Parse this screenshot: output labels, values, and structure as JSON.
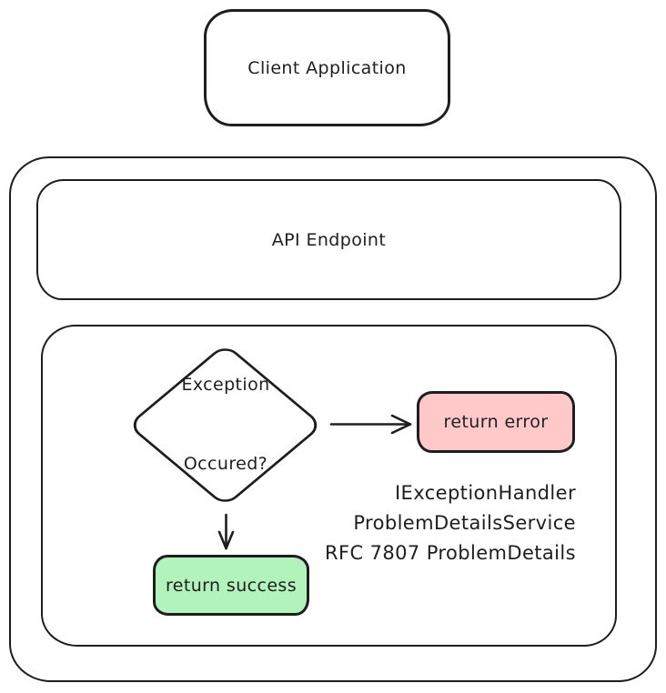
{
  "diagram": {
    "nodes": {
      "client": {
        "label": "Client Application"
      },
      "api_endpoint": {
        "label": "API Endpoint"
      },
      "decision": {
        "lines": [
          "Exception",
          "Occured?"
        ]
      },
      "return_error": {
        "label": "return error"
      },
      "return_success": {
        "label": "return success"
      }
    },
    "annotation": {
      "lines": [
        "IExceptionHandler",
        "ProblemDetailsService",
        "RFC 7807 ProblemDetails"
      ]
    },
    "colors": {
      "stroke": "#1e1e1e",
      "error_fill": "#ffc9c9",
      "success_fill": "#b2f2bb",
      "canvas_bg": "#ffffff"
    }
  }
}
